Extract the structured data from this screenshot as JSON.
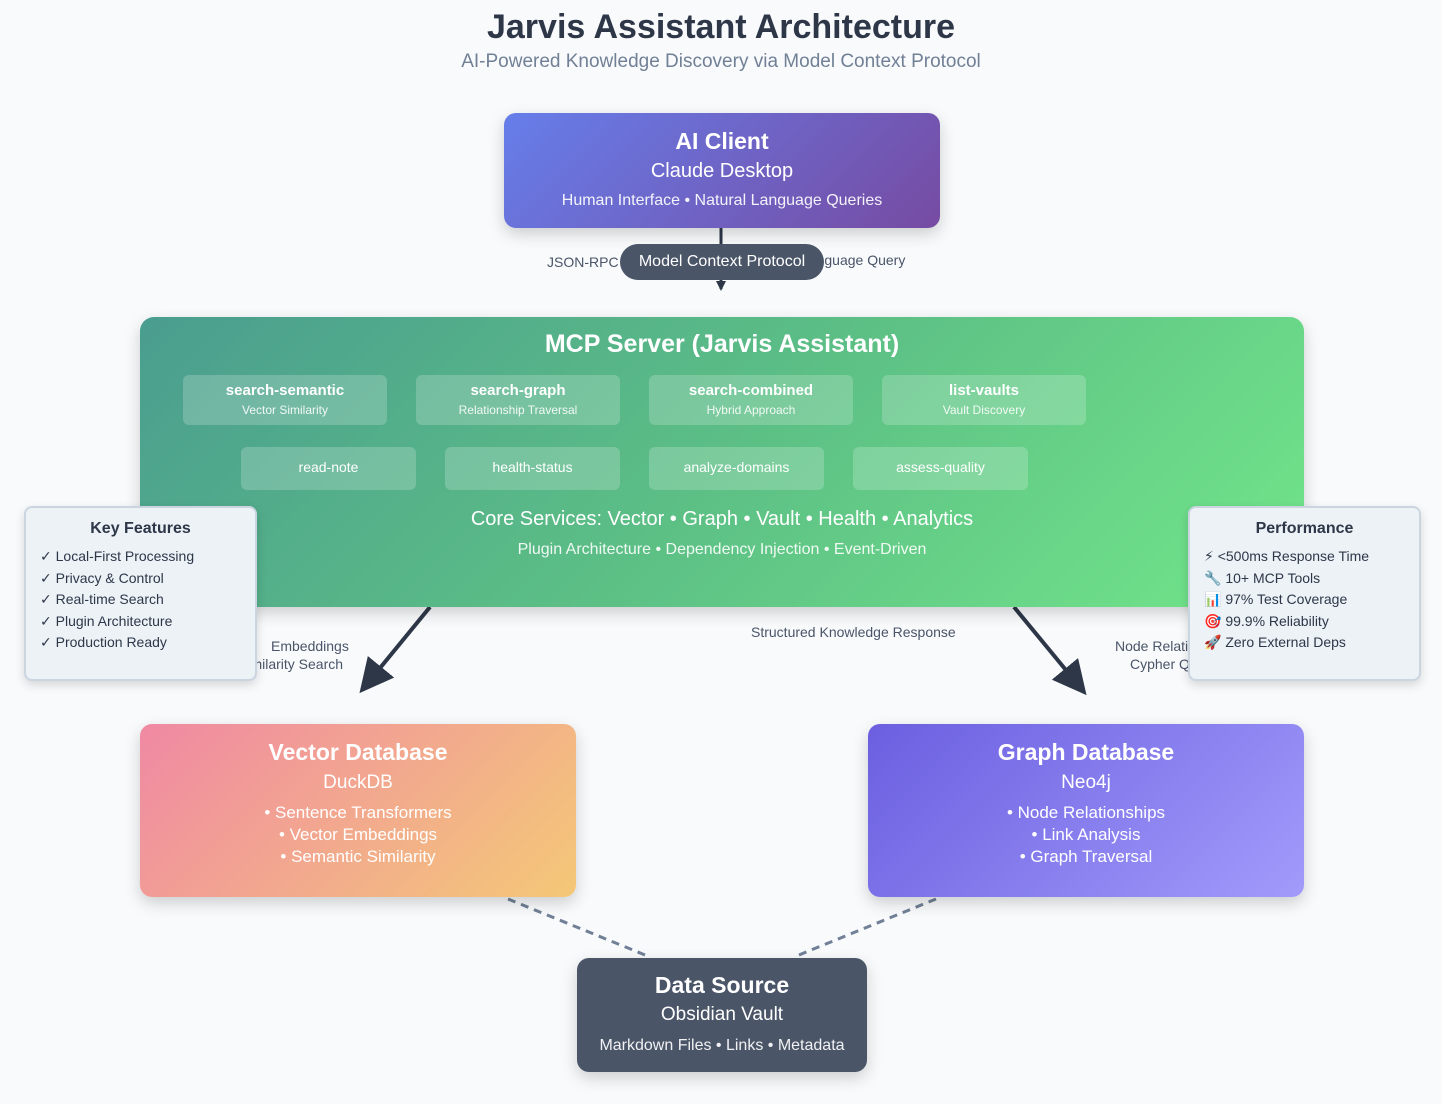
{
  "header": {
    "title": "Jarvis Assistant Architecture",
    "subtitle": "AI-Powered Knowledge Discovery via Model Context Protocol"
  },
  "ai_client": {
    "title": "AI Client",
    "name": "Claude Desktop",
    "description": "Human Interface • Natural Language Queries"
  },
  "connectors": {
    "left_label": "JSON-RPC",
    "right_label": "Natural Language Query",
    "pill": "Model Context Protocol",
    "response_label": "Structured Knowledge Response",
    "vector_label_1": "Embeddings",
    "vector_label_2": "Similarity Search",
    "graph_label_1": "Node Relationships",
    "graph_label_2": "Cypher Queries"
  },
  "mcp_server": {
    "title": "MCP Server (Jarvis Assistant)",
    "tools_primary": [
      {
        "name": "search-semantic",
        "desc": "Vector Similarity"
      },
      {
        "name": "search-graph",
        "desc": "Relationship Traversal"
      },
      {
        "name": "search-combined",
        "desc": "Hybrid Approach"
      },
      {
        "name": "list-vaults",
        "desc": "Vault Discovery"
      }
    ],
    "tools_secondary": [
      "read-note",
      "health-status",
      "analyze-domains",
      "assess-quality"
    ],
    "core": "Core Services: Vector • Graph • Vault • Health • Analytics",
    "architecture": "Plugin Architecture • Dependency Injection • Event-Driven"
  },
  "key_features": {
    "title": "Key Features",
    "items": [
      "✓ Local-First Processing",
      "✓ Privacy & Control",
      "✓ Real-time Search",
      "✓ Plugin Architecture",
      "✓ Production Ready"
    ]
  },
  "performance": {
    "title": "Performance",
    "items": [
      "⚡ <500ms Response Time",
      "🔧 10+ MCP Tools",
      "📊 97% Test Coverage",
      "🎯 99.9% Reliability",
      "🚀 Zero External Deps"
    ]
  },
  "vector_db": {
    "title": "Vector Database",
    "name": "DuckDB",
    "bullets": [
      "• Sentence Transformers",
      "• Vector Embeddings",
      "• Semantic Similarity"
    ]
  },
  "graph_db": {
    "title": "Graph Database",
    "name": "Neo4j",
    "bullets": [
      "• Node Relationships",
      "• Link Analysis",
      "• Graph Traversal"
    ]
  },
  "data_source": {
    "title": "Data Source",
    "name": "Obsidian Vault",
    "description": "Markdown Files • Links • Metadata"
  }
}
